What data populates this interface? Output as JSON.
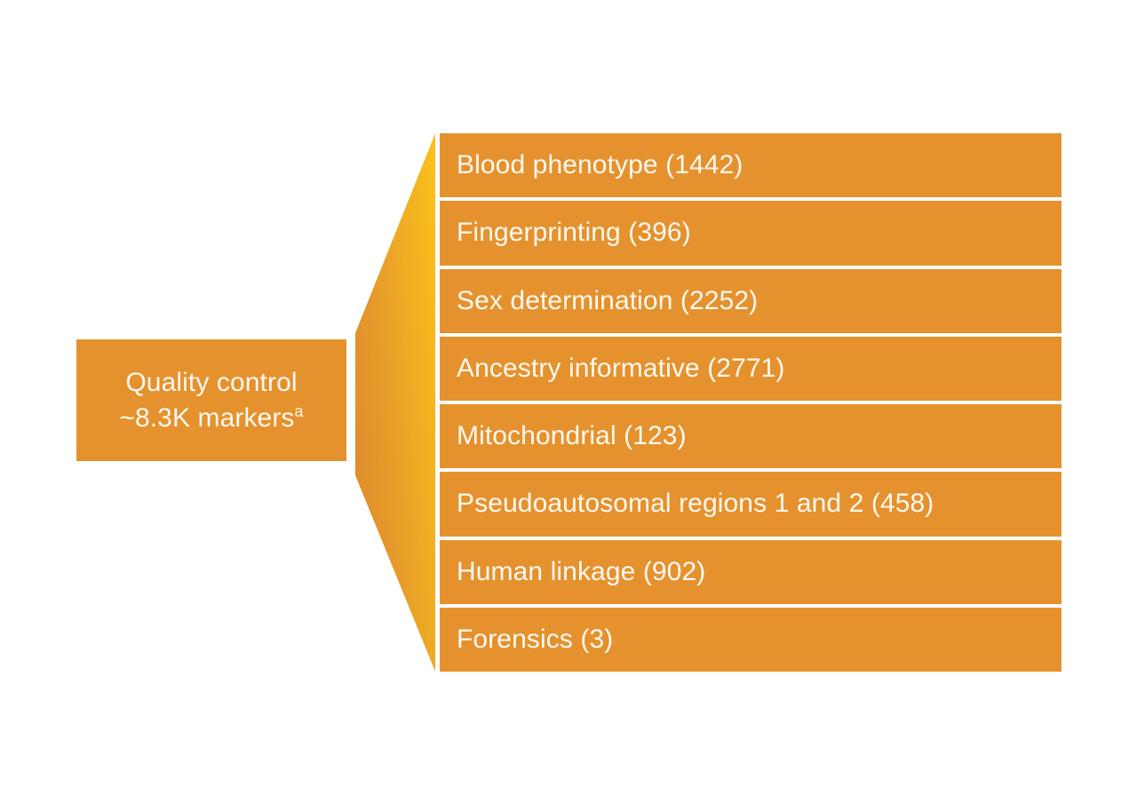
{
  "diagram": {
    "type": "funnel-breakdown",
    "background_color": "#ffffff",
    "accent_color": "#E5922E",
    "arrow_gradient_from": "#E5922E",
    "arrow_gradient_to": "#FAC01C",
    "text_color": "#FDF8EF"
  },
  "source": {
    "title_line_1": "Quality control",
    "title_line_2": "~8.3K markers",
    "footnote_marker": "a"
  },
  "arrow": {
    "name": "funnel-arrow",
    "direction": "right"
  },
  "categories": [
    {
      "label": "Blood phenotype (1442)",
      "name": "blood-phenotype",
      "count": 1442
    },
    {
      "label": "Fingerprinting (396)",
      "name": "fingerprinting",
      "count": 396
    },
    {
      "label": "Sex determination (2252)",
      "name": "sex-determination",
      "count": 2252
    },
    {
      "label": "Ancestry informative (2771)",
      "name": "ancestry-informative",
      "count": 2771
    },
    {
      "label": "Mitochondrial (123)",
      "name": "mitochondrial",
      "count": 123
    },
    {
      "label": "Pseudoautosomal regions 1 and 2 (458)",
      "name": "pseudoautosomal-regions",
      "count": 458
    },
    {
      "label": "Human linkage (902)",
      "name": "human-linkage",
      "count": 902
    },
    {
      "label": "Forensics (3)",
      "name": "forensics",
      "count": 3
    }
  ]
}
